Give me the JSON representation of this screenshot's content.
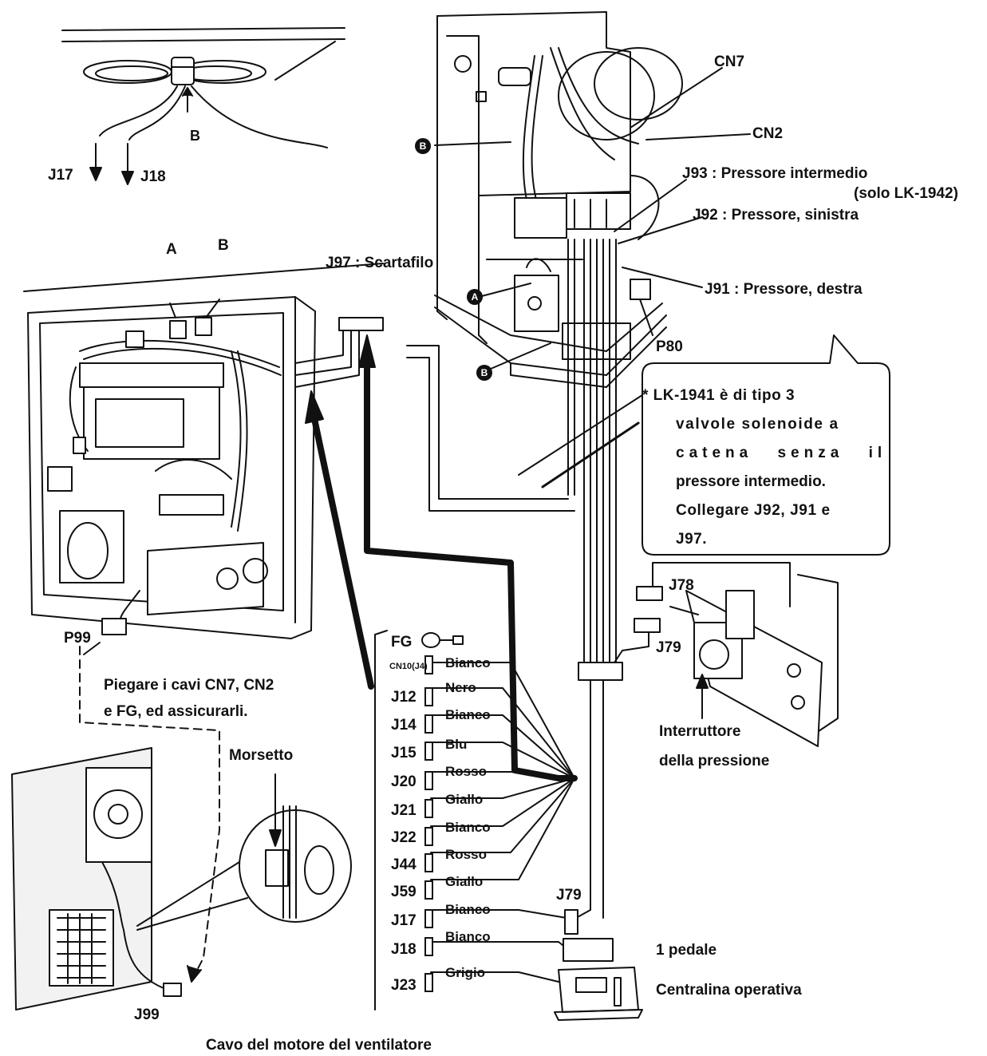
{
  "top_detail": {
    "tie_label": "B",
    "out_left": "J17",
    "out_right": "J18"
  },
  "control_box": {
    "clamp_a": "A",
    "clamp_b": "B",
    "plug": "P99"
  },
  "head": {
    "cn7": "CN7",
    "cn2": "CN2",
    "clamp_b_top": "B",
    "clamp_a": "A",
    "clamp_b_bottom": "B",
    "j93": "J93 : Pressore intermedio",
    "j93_note": "(solo LK-1942)",
    "j92": "J92 : Pressore, sinistra",
    "j97": "J97 : Scartafilo",
    "j91": "J91 : Pressore, destra",
    "p80": "P80"
  },
  "note_bubble": {
    "lines": [
      "* LK-1941 è di tipo 3",
      "valvole solenoide a",
      "catena senza il",
      "pressore intermedio.",
      "Collegare J92, J91 e",
      "J97."
    ]
  },
  "bend_note": {
    "line1": "Piegare i cavi CN7, CN2",
    "line2": "e FG, ed assicurarli."
  },
  "clamp_detail": {
    "label": "Morsetto"
  },
  "fan_panel": {
    "connector": "J99",
    "caption": "Cavo del motore del ventilatore"
  },
  "connectors": [
    {
      "id": "FG",
      "color": ""
    },
    {
      "id": "CN10(J4)",
      "color": "Bianco"
    },
    {
      "id": "J12",
      "color": "Nero"
    },
    {
      "id": "J14",
      "color": "Bianco"
    },
    {
      "id": "J15",
      "color": "Blu"
    },
    {
      "id": "J20",
      "color": "Rosso"
    },
    {
      "id": "J21",
      "color": "Giallo"
    },
    {
      "id": "J22",
      "color": "Bianco"
    },
    {
      "id": "J44",
      "color": "Rosso"
    },
    {
      "id": "J59",
      "color": "Giallo"
    },
    {
      "id": "J17",
      "color": "Bianco"
    },
    {
      "id": "J18",
      "color": "Bianco"
    },
    {
      "id": "J23",
      "color": "Grigio"
    }
  ],
  "pneumatics": {
    "j78": "J78",
    "j79": "J79",
    "switch_line1": "Interruttore",
    "switch_line2": "della pressione"
  },
  "bottom_right": {
    "j79": "J79",
    "pedal": "1 pedale",
    "panel": "Centralina operativa"
  },
  "colors": {
    "ink": "#111111",
    "paper": "#ffffff",
    "panel_fill": "#f2f2f2"
  }
}
